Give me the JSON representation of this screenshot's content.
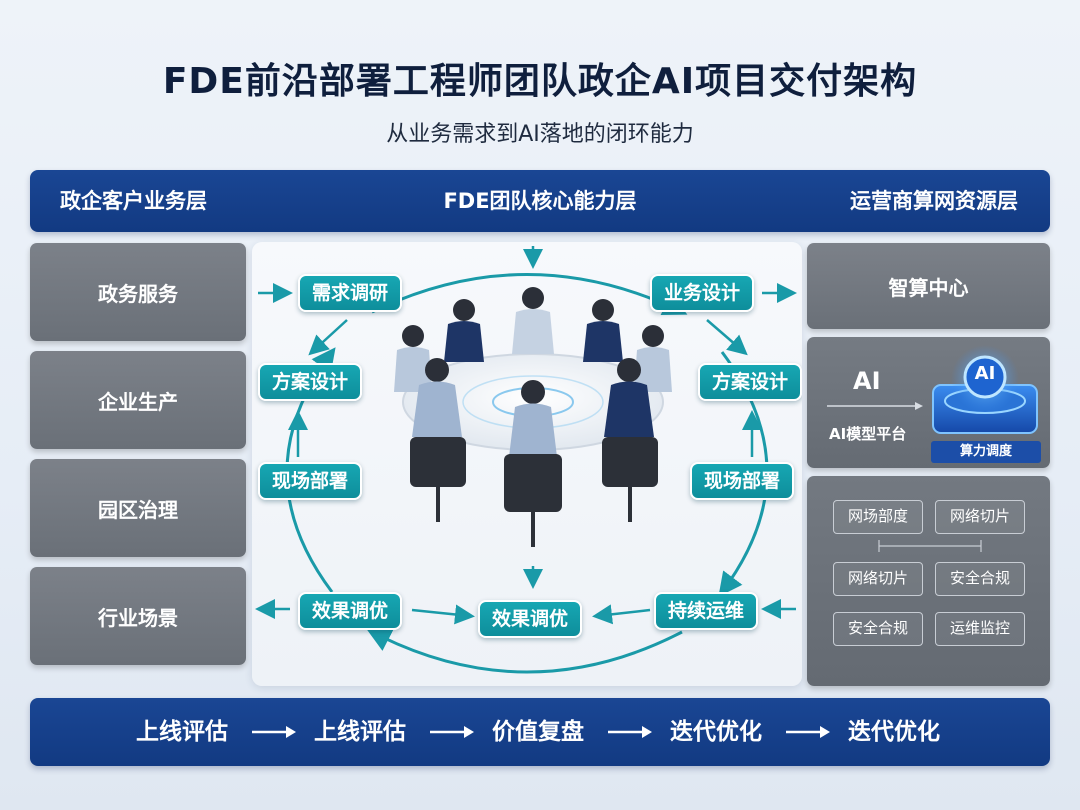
{
  "title": "FDE前沿部署工程师团队政企AI项目交付架构",
  "subtitle": "从业务需求到AI落地的闭环能力",
  "header": {
    "left": "政企客户业务层",
    "center": "FDE团队核心能力层",
    "right": "运营商算网资源层"
  },
  "left_layer": [
    "政务服务",
    "企业生产",
    "园区治理",
    "行业场景"
  ],
  "cycle": {
    "demand_research": "需求调研",
    "business_design": "业务设计",
    "solution_design_left": "方案设计",
    "solution_design_right": "方案设计",
    "site_deploy_left": "现场部署",
    "site_deploy_right": "现场部署",
    "effect_tuning_left": "效果调优",
    "effect_tuning_center": "效果调优",
    "continuous_ops": "持续运维"
  },
  "right_layer": {
    "compute_center": "智算中心",
    "ai_label": "AI",
    "ai_model_platform": "AI模型平台",
    "chip_badge": "AI",
    "compute_scheduling": "算力调度",
    "tags": [
      "网场部度",
      "网络切片",
      "网络切片",
      "安全合规",
      "安全合规",
      "运维监控"
    ]
  },
  "footer": [
    "上线评估",
    "上线评估",
    "价值复盘",
    "迭代优化",
    "迭代优化"
  ],
  "colors": {
    "navy": "#123a82",
    "teal": "#0e8e9b",
    "gray": "#6a7078"
  },
  "icons": {
    "arrow": "arrow-right-icon",
    "chip": "ai-chip-icon",
    "people": "team-meeting-illustration"
  }
}
